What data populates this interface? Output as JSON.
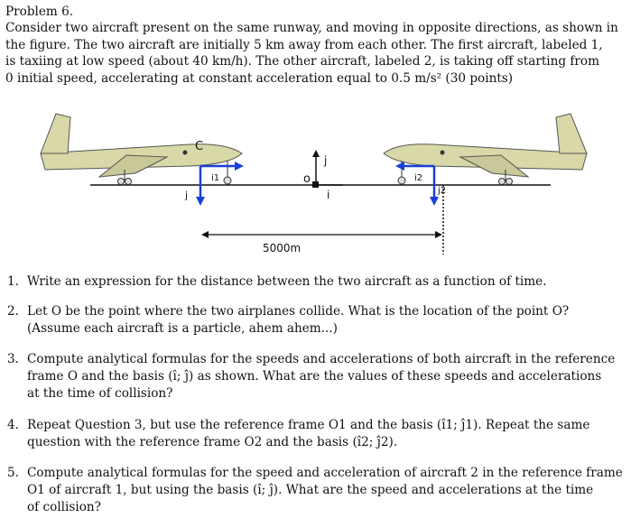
{
  "problem": {
    "title": "Problem 6.",
    "intro_lines": [
      "Consider two aircraft present on the same runway, and moving in opposite directions, as shown in",
      "the figure.  The two aircraft are initially 5 km away from each other.  The first aircraft, labeled 1,",
      "is taxiing at low speed (about 40 km/h).  The other aircraft, labeled 2, is taking off starting from",
      "0 initial speed, accelerating at constant acceleration equal to 0.5 m/s² (30 points)"
    ]
  },
  "figure": {
    "label_c": "C",
    "label_o": "o",
    "label_j": "j",
    "label_i": "i",
    "label_j_left": "j",
    "label_i1": "i1",
    "label_i2": "i2",
    "label_j2": "j2",
    "distance": "5000m",
    "colors": {
      "fuselage": "#d8d8a8",
      "outline": "#555555",
      "axis_blue": "#1a3fd6",
      "ink": "#111111"
    }
  },
  "questions": [
    {
      "num": "1.",
      "lines": [
        "Write an expression for the distance between the two aircraft as a function of time."
      ]
    },
    {
      "num": "2.",
      "lines": [
        "Let O be the point where the two airplanes collide.  What is the location of the point O?",
        "(Assume each aircraft is a particle, ahem ahem...)"
      ]
    },
    {
      "num": "3.",
      "lines": [
        "Compute analytical formulas for the speeds and accelerations of both aircraft in the reference",
        "frame O and the basis (î; ĵ) as shown.  What are the values of these speeds and accelerations",
        "at the time of collision?"
      ]
    },
    {
      "num": "4.",
      "lines": [
        "Repeat Question 3, but use the reference frame O1 and the basis (î1; ĵ1).  Repeat the same",
        "question with the reference frame O2 and the basis (î2; ĵ2)."
      ]
    },
    {
      "num": "5.",
      "lines": [
        "Compute analytical formulas for the speed and acceleration of aircraft 2 in the reference frame",
        "O1 of aircraft 1, but using the basis (î; ĵ).  What are the speed and accelerations at the time",
        "of collision?"
      ]
    }
  ]
}
